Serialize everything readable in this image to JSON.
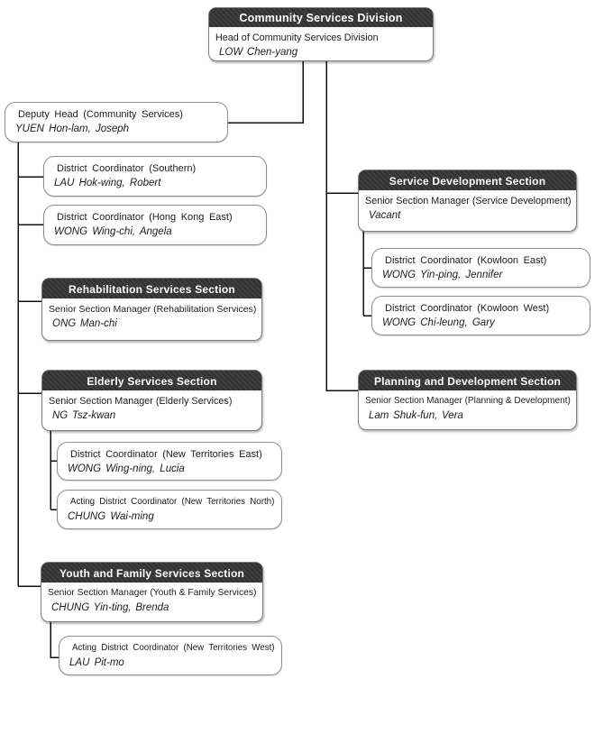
{
  "chart": {
    "root": {
      "header": "Community Services Division",
      "title": "Head of Community Services Division",
      "name": "LOW Chen-yang"
    },
    "nodes": {
      "deputy": {
        "title": "Deputy Head (Community Services)",
        "name": "YUEN Hon-lam, Joseph"
      },
      "dc_southern": {
        "title": "District Coordinator (Southern)",
        "name": "LAU Hok-wing, Robert"
      },
      "dc_hk_east": {
        "title": "District Coordinator (Hong Kong East)",
        "name": "WONG Wing-chi, Angela"
      },
      "rehab": {
        "header": "Rehabilitation Services Section",
        "title": "Senior Section Manager (Rehabilitation Services)",
        "name": "ONG Man-chi"
      },
      "elderly": {
        "header": "Elderly Services Section",
        "title": "Senior Section Manager (Elderly Services)",
        "name": "NG Tsz-kwan"
      },
      "dc_nt_east": {
        "title": "District Coordinator (New Territories East)",
        "name": "WONG Wing-ning, Lucia"
      },
      "dc_nt_north": {
        "title": "Acting District Coordinator (New Territories North)",
        "name": "CHUNG Wai-ming"
      },
      "youth": {
        "header": "Youth and Family Services Section",
        "title": "Senior Section Manager (Youth & Family Services)",
        "name": "CHUNG Yin-ting, Brenda"
      },
      "dc_nt_west": {
        "title": "Acting District Coordinator (New Territories West)",
        "name": "LAU Pit-mo"
      },
      "service": {
        "header": "Service Development Section",
        "title": "Senior Section Manager (Service Development)",
        "name": "Vacant"
      },
      "dc_kln_east": {
        "title": "District Coordinator (Kowloon East)",
        "name": "WONG Yin-ping, Jennifer"
      },
      "dc_kln_west": {
        "title": "District Coordinator (Kowloon West)",
        "name": "WONG Chi-leung, Gary"
      },
      "planning": {
        "header": "Planning and Development Section",
        "title": "Senior Section Manager (Planning & Development)",
        "name": "Lam Shuk-fun, Vera"
      }
    },
    "colors": {
      "header_bg": "#3a3a3a",
      "header_text": "#ffffff",
      "box_border": "#8e8e8e",
      "connector_line": "#111111",
      "background": "#ffffff"
    }
  }
}
